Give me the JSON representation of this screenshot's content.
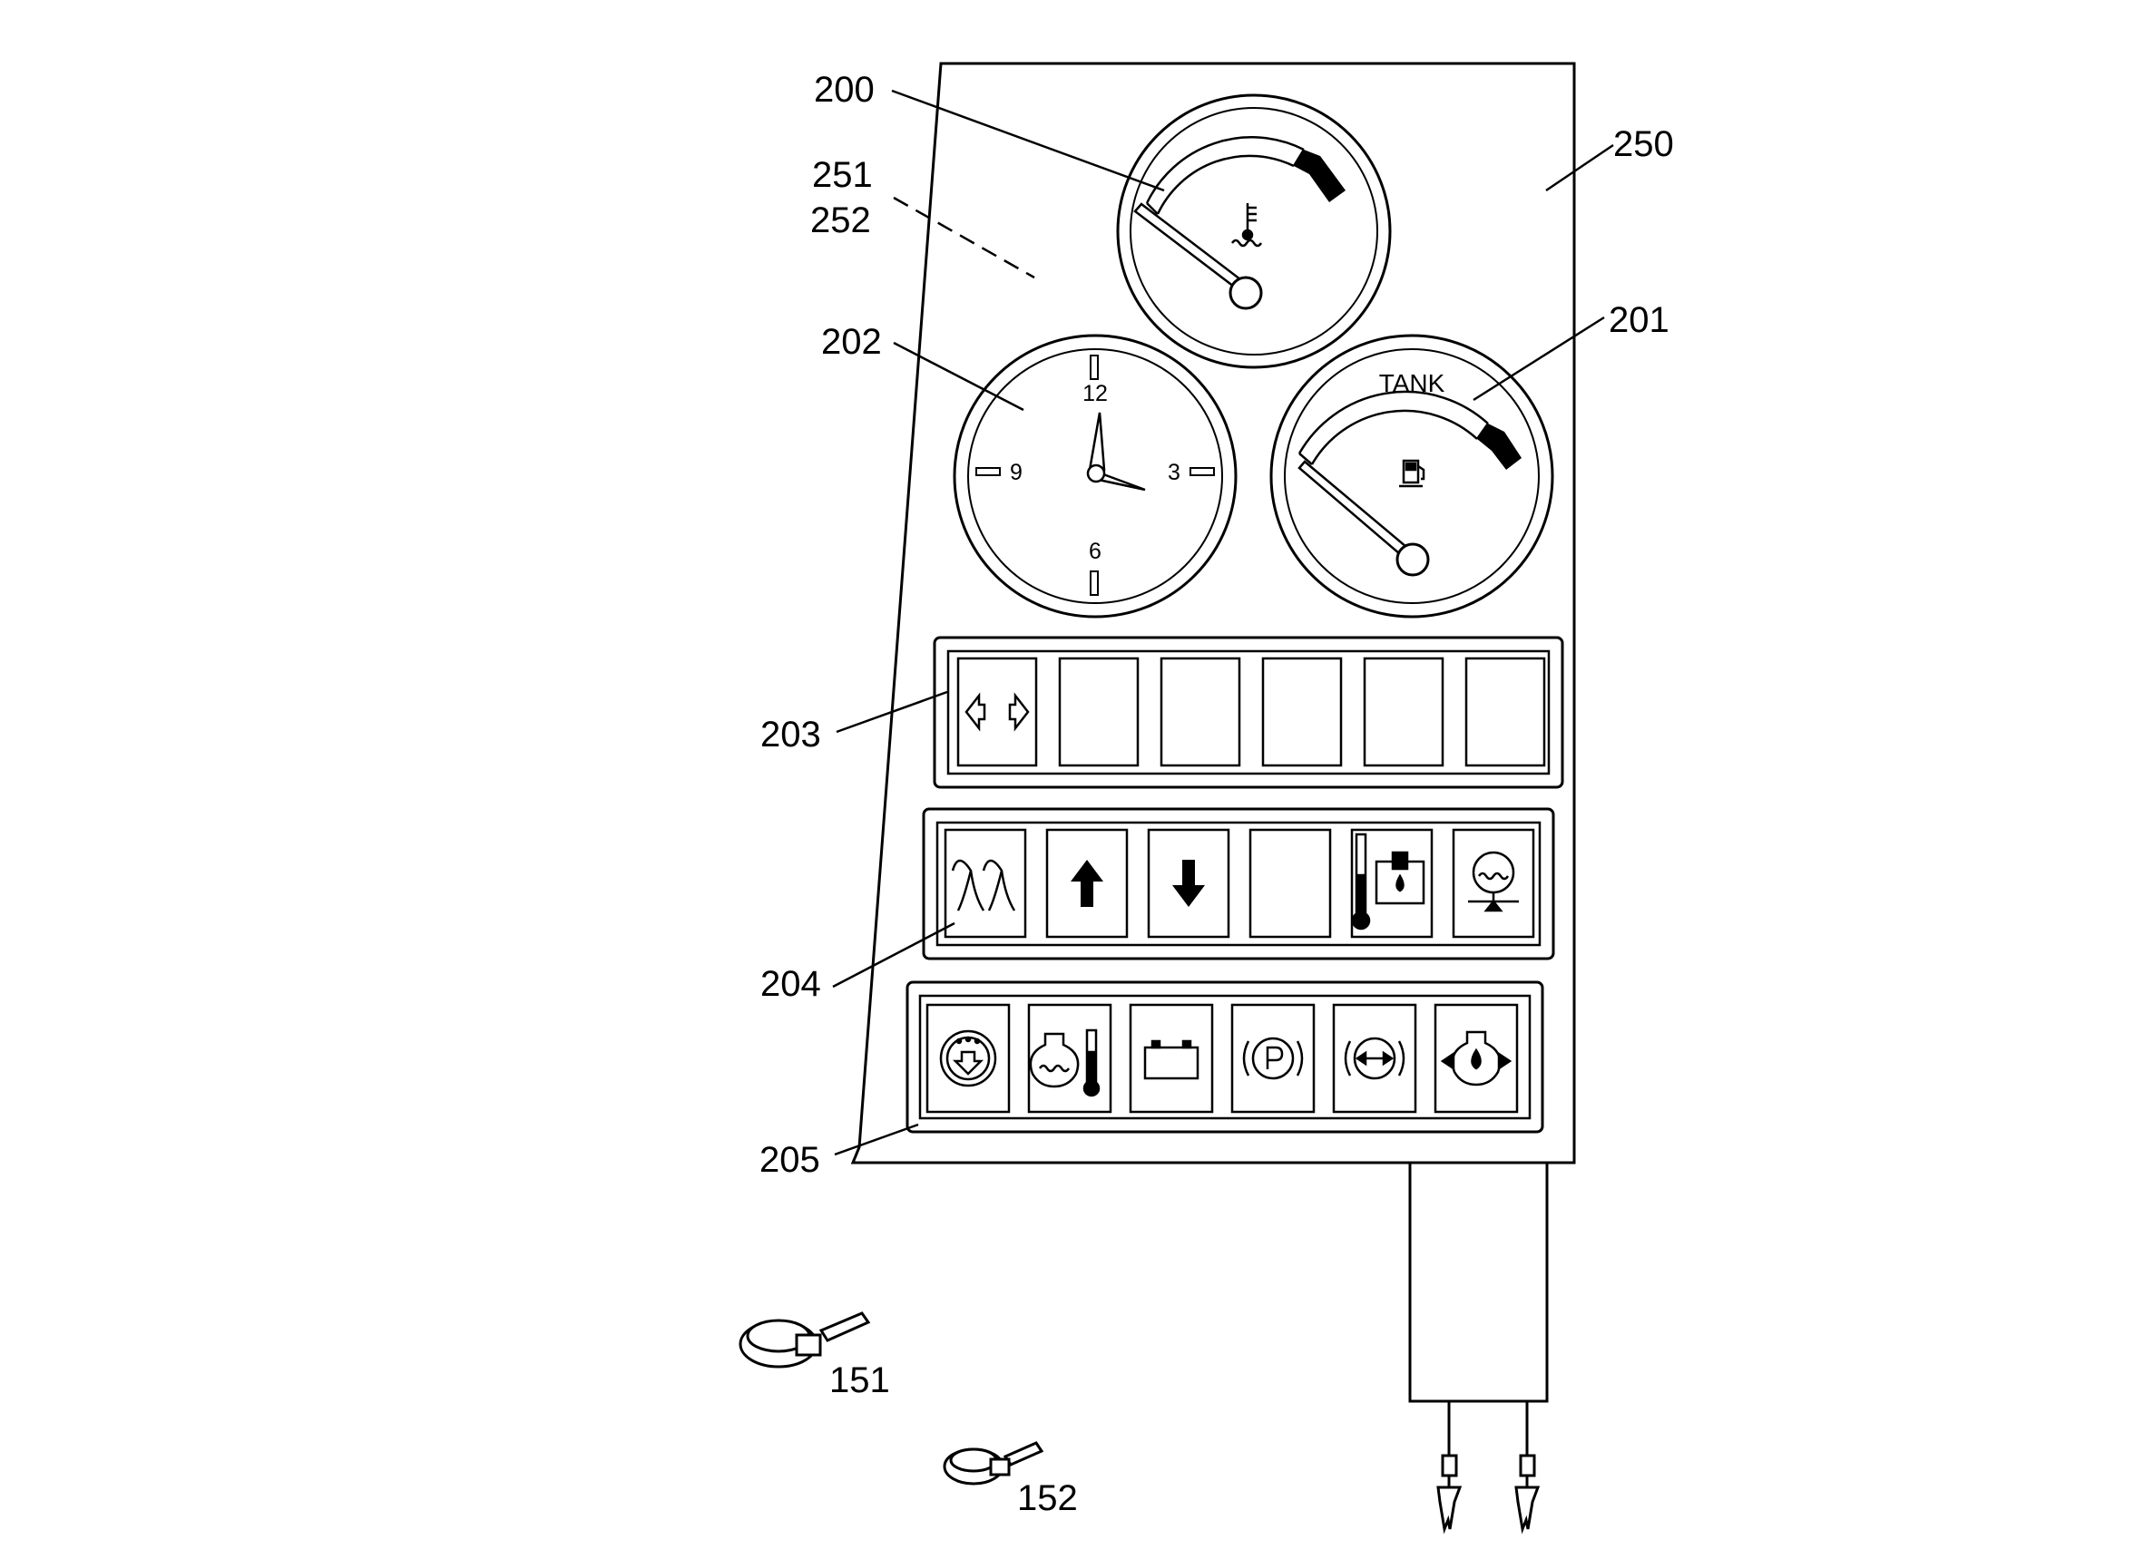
{
  "callouts": {
    "c200": "200",
    "c201": "201",
    "c202": "202",
    "c203": "203",
    "c204": "204",
    "c205": "205",
    "c250": "250",
    "c251": "251",
    "c252": "252",
    "c151": "151",
    "c152": "152"
  },
  "clock": {
    "n12": "12",
    "n3": "3",
    "n6": "6",
    "n9": "9"
  },
  "fuel_gauge": {
    "label": "TANK"
  },
  "icons": {
    "row203": [
      "turn-signal-icon",
      "blank",
      "blank",
      "blank",
      "blank",
      "blank"
    ],
    "row204": [
      "glow-plug-icon",
      "arrow-up-icon",
      "arrow-down-icon",
      "blank",
      "hydraulic-oil-temperature-icon",
      "water-separator-icon"
    ],
    "row205": [
      "air-filter-icon",
      "coolant-temperature-icon",
      "battery-charge-icon",
      "parking-brake-icon",
      "brake-pressure-icon",
      "engine-oil-pressure-icon"
    ]
  },
  "colors": {
    "line": "#000000",
    "background": "#ffffff",
    "redzone": "#000000"
  }
}
